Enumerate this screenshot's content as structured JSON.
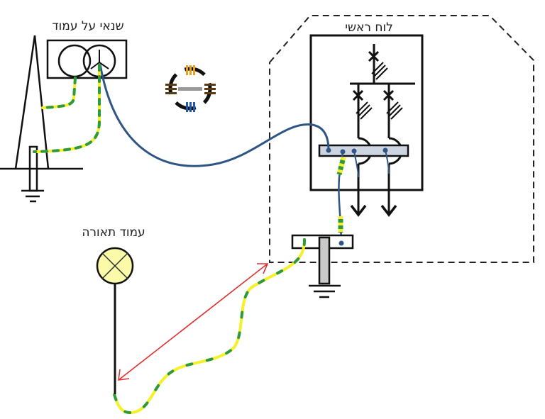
{
  "labels": {
    "transformer": "שנאי על עמוד",
    "main_panel": "לוח ראשי",
    "light_pole": "עמוד תאורה"
  },
  "colors": {
    "neutral_wire": "#2f5587",
    "earth_yellow": "#f5f02a",
    "earth_green": "#2e9a3a",
    "distance_arrow": "#e03030",
    "lamp_fill": "#fafaa8",
    "busbar_fill": "#cdd5e2",
    "ground_rod_fill": "#c8c8c8",
    "logo_orange": "#e8a020",
    "logo_blue": "#2458a8",
    "logo_brown": "#5a3a10"
  }
}
